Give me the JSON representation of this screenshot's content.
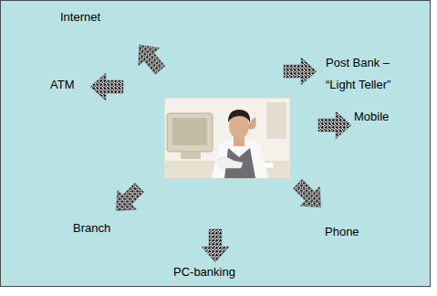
{
  "diagram": {
    "labels": [
      "Internet",
      "Post Bank – “Light Teller”",
      "ATM",
      "Mobile",
      "Branch",
      "Phone",
      "PC-banking"
    ]
  }
}
